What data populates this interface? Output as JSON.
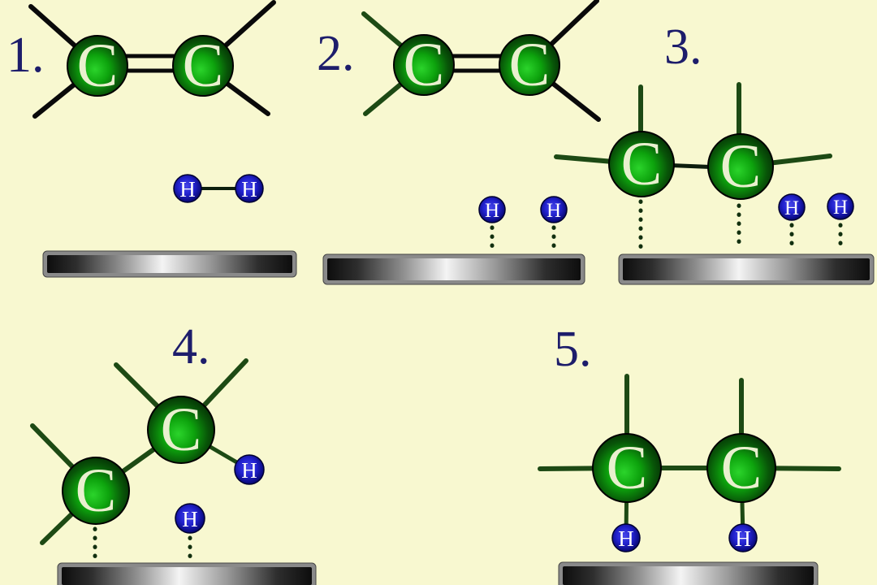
{
  "panels": [
    {
      "label": "1."
    },
    {
      "label": "2."
    },
    {
      "label": "3."
    },
    {
      "label": "4."
    },
    {
      "label": "5."
    }
  ],
  "atom_symbols": {
    "carbon": "C",
    "hydrogen": "H"
  },
  "colors": {
    "background": "#f8f8d0",
    "step_label_text": "#1d1d6b",
    "carbon_atom_green": "#0da30d",
    "carbon_letter": "#e9f0cf",
    "hydrogen_atom_blue": "#2222cf",
    "hydrogen_letter": "#ffffff",
    "bond_black": "#0a0a0a",
    "bond_dark_green": "#1d4a14",
    "catalyst_surface_frame": "#8a8a8a"
  }
}
